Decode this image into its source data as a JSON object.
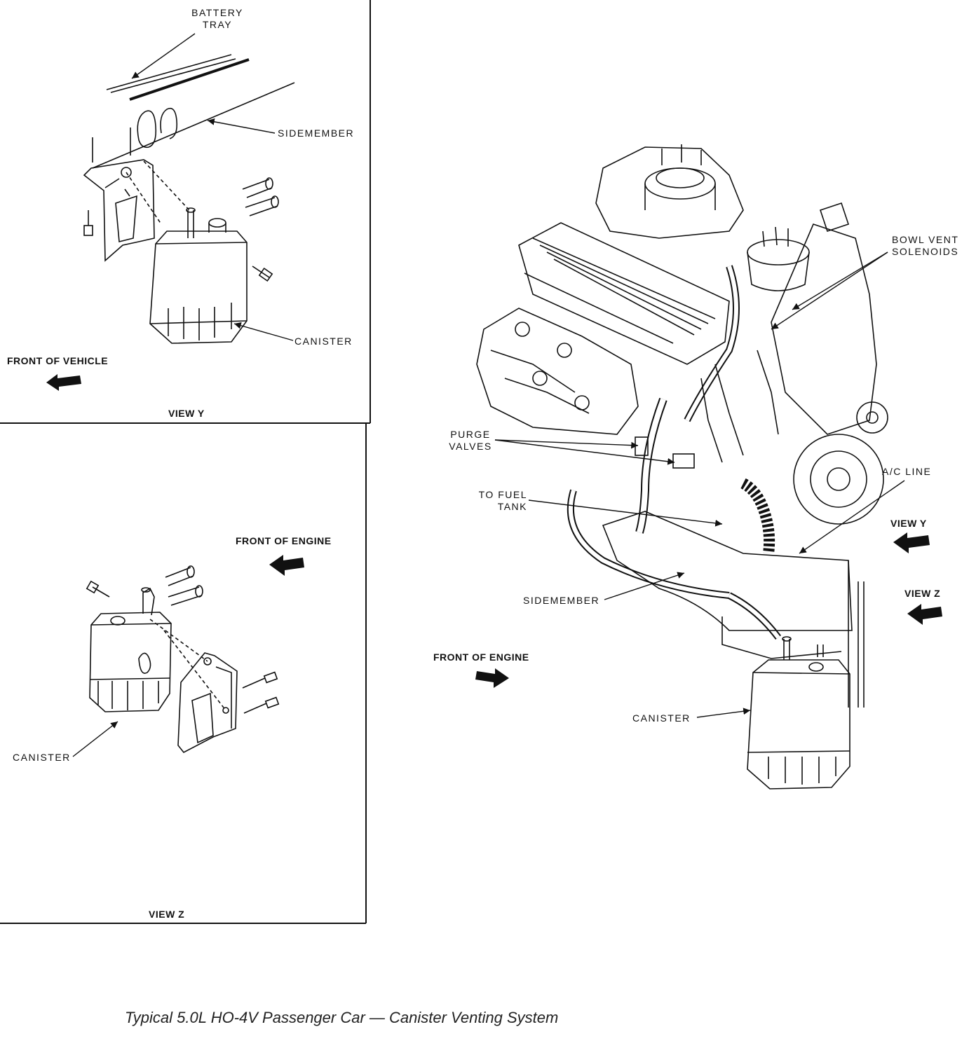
{
  "caption": "Typical 5.0L HO-4V Passenger Car — Canister Venting System",
  "view_y": {
    "battery_tray": [
      "BATTERY",
      "TRAY"
    ],
    "sidemember": "SIDEMEMBER",
    "canister": "CANISTER",
    "front_of_vehicle": "FRONT OF VEHICLE",
    "view_label": "VIEW Y"
  },
  "view_z": {
    "front_of_engine": "FRONT OF ENGINE",
    "canister": "CANISTER",
    "view_label": "VIEW Z"
  },
  "main": {
    "bowl_vent_solenoids": [
      "BOWL VENT",
      "SOLENOIDS"
    ],
    "purge_valves": [
      "PURGE",
      "VALVES"
    ],
    "to_fuel_tank": [
      "TO FUEL",
      "TANK"
    ],
    "ac_line": "A/C LINE",
    "view_y_ref": "VIEW Y",
    "view_z_ref": "VIEW Z",
    "sidemember": "SIDEMEMBER",
    "front_of_engine": "FRONT OF ENGINE",
    "canister": "CANISTER"
  }
}
